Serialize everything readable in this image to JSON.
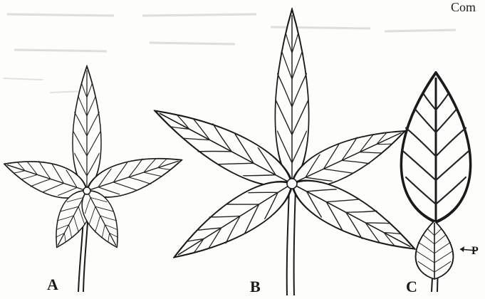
{
  "header": {
    "text": "Com"
  },
  "figures": [
    {
      "id": "A",
      "label": "A"
    },
    {
      "id": "B",
      "label": "B"
    },
    {
      "id": "C",
      "label": "C",
      "pointer_label": "P"
    }
  ]
}
